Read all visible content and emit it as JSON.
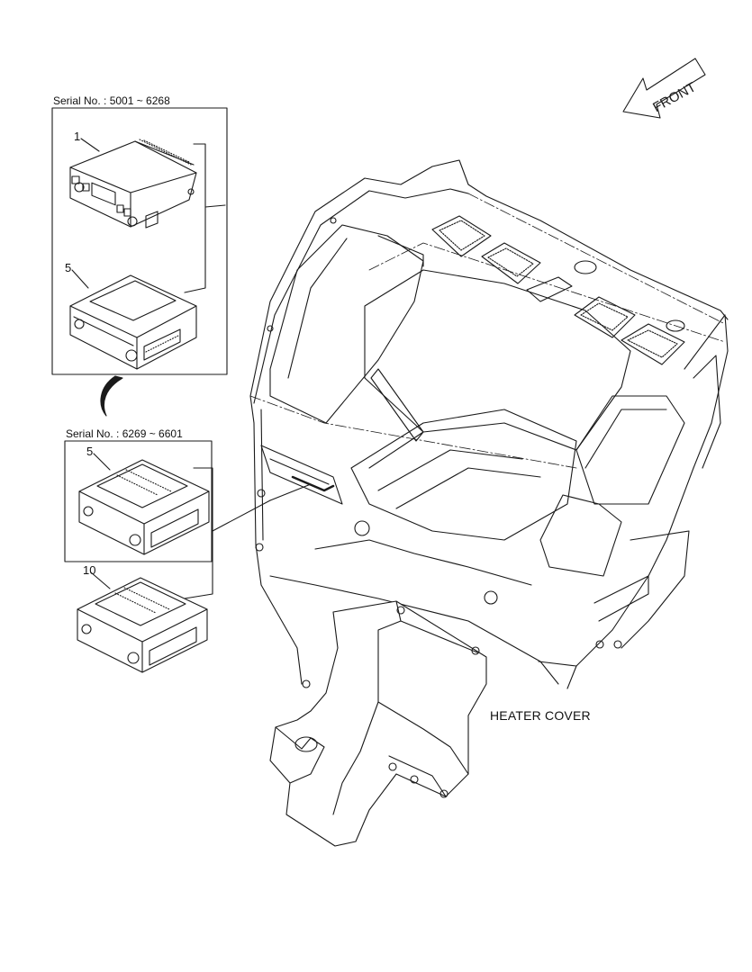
{
  "labels": {
    "serial_a": "Serial No. : 5001 ~ 6268",
    "serial_b": "Serial No. : 6269 ~ 6601",
    "heater_cover": "HEATER COVER",
    "front": "FRONT"
  },
  "callouts": {
    "part_1": "1",
    "part_5_upper": "5",
    "part_5_lower": "5",
    "part_10": "10"
  },
  "colors": {
    "line": "#1a1a1a",
    "paper": "#ffffff"
  }
}
